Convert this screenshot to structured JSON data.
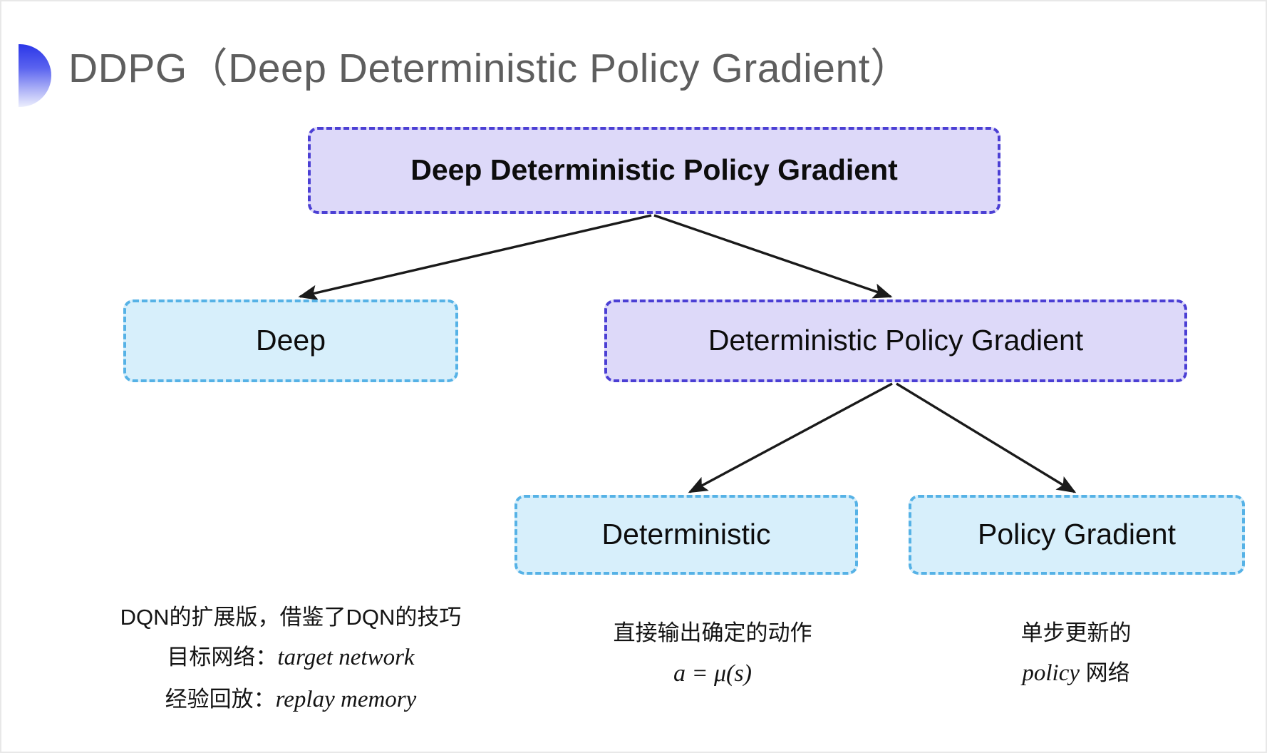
{
  "slide": {
    "title": "DDPG（Deep Deterministic Policy Gradient）",
    "background_color": "#ffffff",
    "title_color": "#5e5e5e",
    "bullet_gradient_from": "#2b36e8",
    "bullet_gradient_to": "#eceefd"
  },
  "diagram": {
    "type": "tree",
    "nodes": [
      {
        "id": "root",
        "label": "Deep Deterministic Policy Gradient",
        "fill": "#ddd9f9",
        "border": "#4b3fd4",
        "style": "dashed"
      },
      {
        "id": "deep",
        "label": "Deep",
        "fill": "#d7effb",
        "border": "#56b2e6",
        "style": "dashed"
      },
      {
        "id": "dpg",
        "label": "Deterministic Policy Gradient",
        "fill": "#ddd9f9",
        "border": "#4b3fd4",
        "style": "dashed"
      },
      {
        "id": "deterministic",
        "label": "Deterministic",
        "fill": "#d7effb",
        "border": "#56b2e6",
        "style": "dashed"
      },
      {
        "id": "policy_gradient",
        "label": "Policy Gradient",
        "fill": "#d7effb",
        "border": "#56b2e6",
        "style": "dashed"
      }
    ],
    "edges": [
      {
        "from": "root",
        "to": "deep"
      },
      {
        "from": "root",
        "to": "dpg"
      },
      {
        "from": "dpg",
        "to": "deterministic"
      },
      {
        "from": "dpg",
        "to": "policy_gradient"
      }
    ],
    "edge_color": "#1a1a1a"
  },
  "annotations": {
    "deep": {
      "line1": "DQN的扩展版，借鉴了DQN的技巧",
      "line2_label": "目标网络：",
      "line2_term": "target network",
      "line3_label": "经验回放：",
      "line3_term": "replay memory"
    },
    "deterministic": {
      "line1": "直接输出确定的动作",
      "formula": "a = μ(s)"
    },
    "policy_gradient": {
      "line1": "单步更新的",
      "line2_term": "policy",
      "line2_label": " 网络"
    }
  }
}
